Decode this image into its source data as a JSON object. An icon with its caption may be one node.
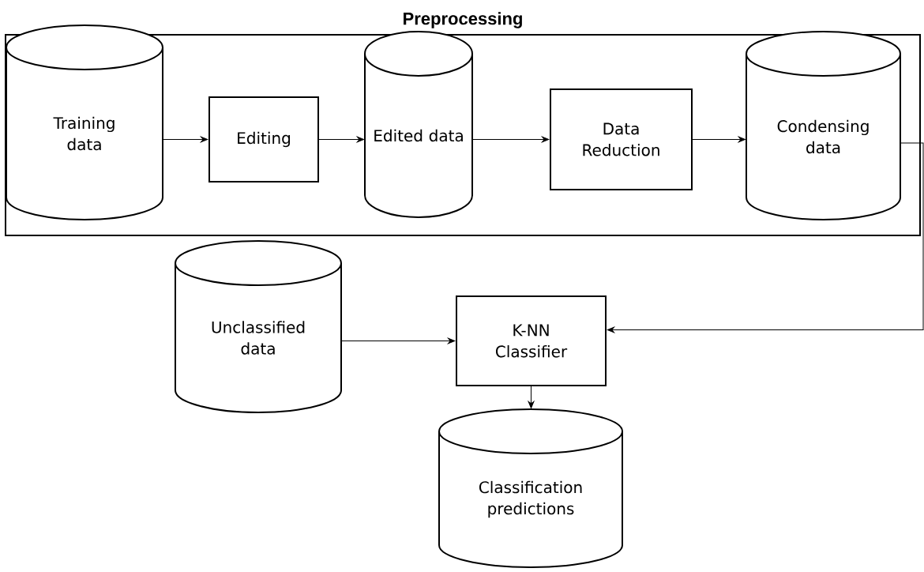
{
  "diagram": {
    "nodes": [
      {
        "text": [
          "Preprocessing"
        ]
      },
      {
        "text": [
          "Training data"
        ],
        "in": 0
      },
      {
        "text": [
          "Editing"
        ],
        "in": 0
      },
      {
        "text": [
          "Edited data"
        ],
        "in": 0
      },
      {
        "text": [
          "Data Reduction"
        ],
        "in": 0
      },
      {
        "text": [
          "Condensing data"
        ],
        "in": 0
      },
      {
        "text": [
          "Unclassified data"
        ]
      },
      {
        "text": [
          "K-NN Classifier"
        ]
      },
      {
        "text": [
          "Classification predictions"
        ]
      }
    ],
    "edges": [
      {
        "from": 1,
        "to": 2,
        "arrow": "to"
      },
      {
        "from": 2,
        "to": 3,
        "arrow": "to"
      },
      {
        "from": 3,
        "to": 4,
        "arrow": "to"
      },
      {
        "from": 4,
        "to": 5,
        "arrow": "to"
      },
      {
        "from": 5,
        "to": 7,
        "arrow": "to"
      },
      {
        "from": 6,
        "to": 7,
        "arrow": "to"
      },
      {
        "from": 7,
        "to": 8,
        "arrow": "to"
      }
    ]
  }
}
